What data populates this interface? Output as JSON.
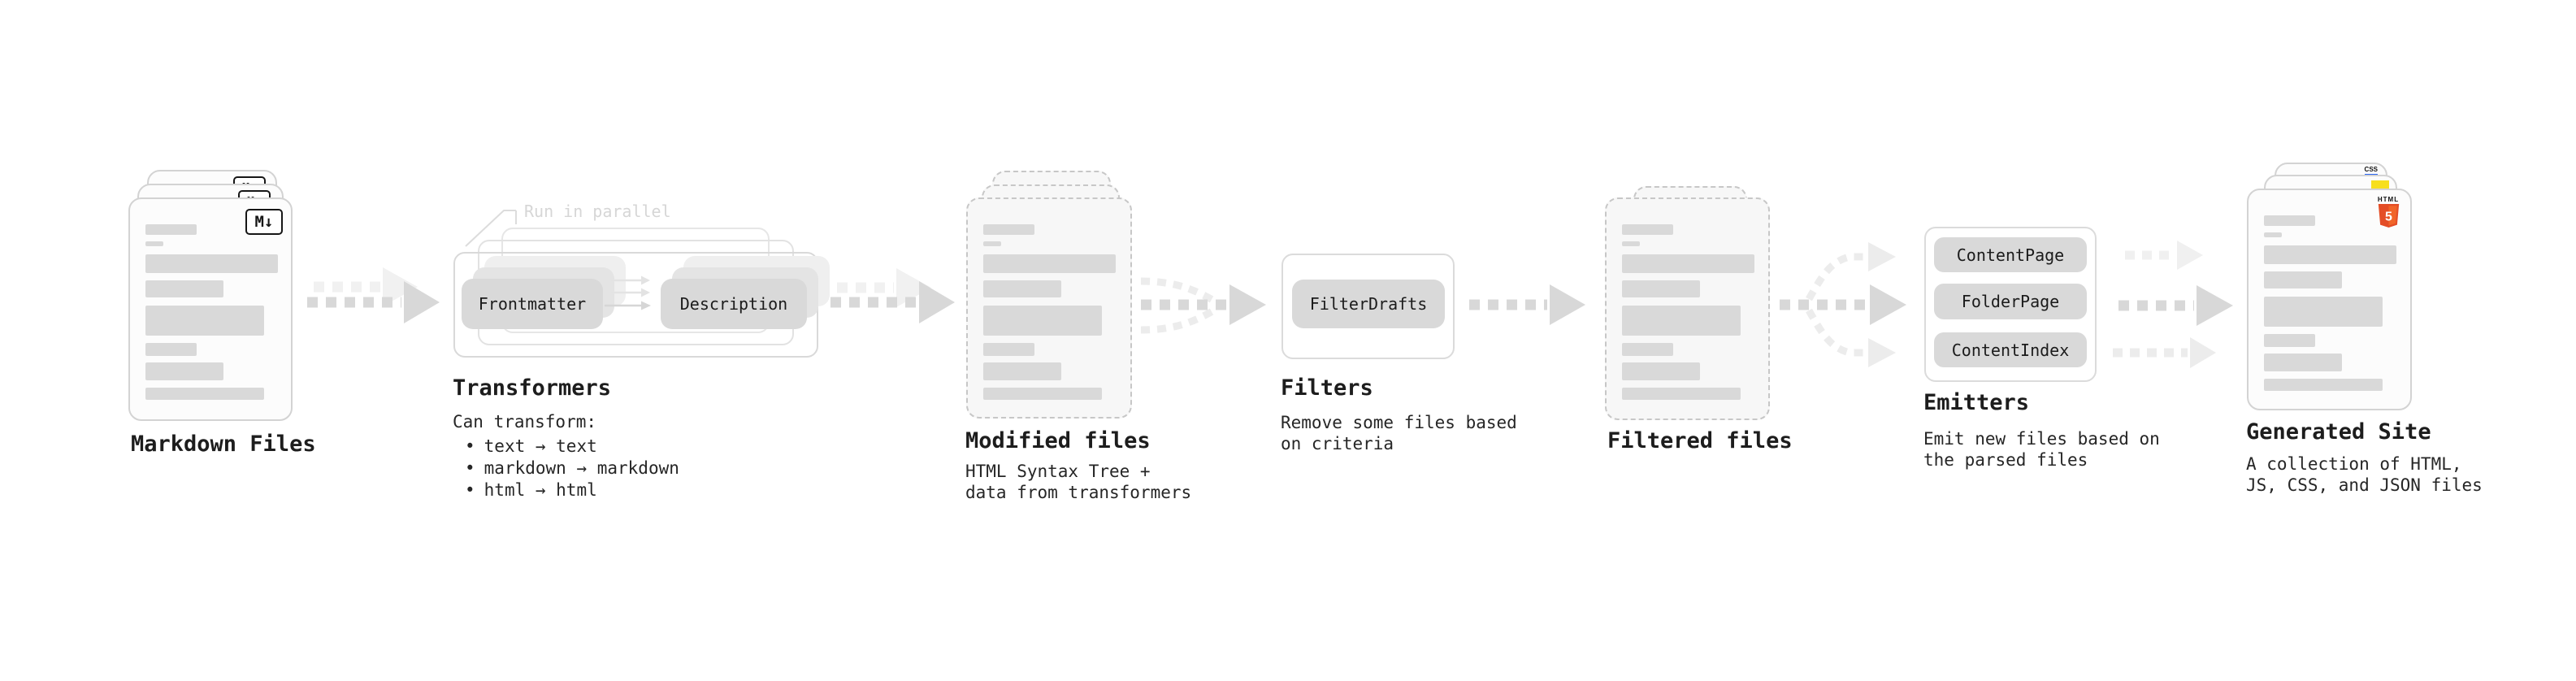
{
  "ui": {
    "bullet": "•"
  },
  "stages": {
    "markdown": {
      "title": "Markdown Files",
      "badge": "M↓"
    },
    "transformers": {
      "title": "Transformers",
      "annotation": "Run in parallel",
      "pill_frontmatter": "Frontmatter",
      "pill_description": "Description",
      "subtitle": "Can transform:",
      "bullets": [
        "text → text",
        "markdown → markdown",
        "html → html"
      ]
    },
    "modified": {
      "title": "Modified files",
      "desc_line1": "HTML Syntax Tree +",
      "desc_line2": "data from transformers"
    },
    "filters": {
      "title": "Filters",
      "pill": "FilterDrafts",
      "desc_line1": "Remove some files based",
      "desc_line2": "on criteria"
    },
    "filtered": {
      "title": "Filtered files"
    },
    "emitters": {
      "title": "Emitters",
      "pill_content_page": "ContentPage",
      "pill_folder_page": "FolderPage",
      "pill_content_index": "ContentIndex",
      "desc_line1": "Emit new files based on",
      "desc_line2": "the parsed files"
    },
    "site": {
      "title": "Generated Site",
      "badge_css": "CSS",
      "badge_html_label": "HTML",
      "badge_html_number": "5",
      "desc_line1": "A collection of HTML,",
      "desc_line2": "JS, CSS, and JSON files"
    }
  },
  "colors": {
    "html5_orange": "#e44d26",
    "html5_orange_light": "#f16529",
    "js_yellow": "#f7df1e",
    "css_blue": "#2965f1",
    "pill_gray": "#d9d9d9",
    "arrow_gray": "#d8d8d8",
    "arrow_ghost": "#f1f1f1"
  }
}
